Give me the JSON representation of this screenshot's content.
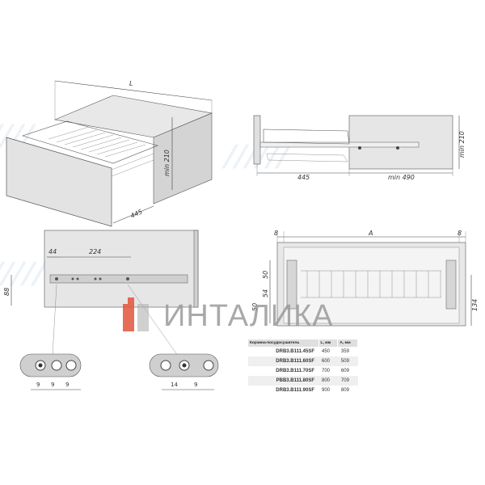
{
  "watermark": {
    "brand_text": "ИНТАЛИКА",
    "accent_color": "#e2533a",
    "text_color": "#9a9a9a"
  },
  "dimensions": {
    "iso_length": "L",
    "iso_min_height": "min 210",
    "iso_depth": "445",
    "side_depth": "445",
    "side_min_depth": "min 490",
    "side_min_height": "min 210",
    "mount_offset": "44",
    "mount_spacing": "224",
    "mount_height": "88",
    "front_width": "A",
    "front_gap_left": "8",
    "front_gap_right": "8",
    "front_h1": "50",
    "front_h2": "54",
    "front_h3": "50",
    "front_h4": "134",
    "detail_a": [
      "9",
      "9",
      "9"
    ],
    "detail_b": [
      "14",
      "9"
    ]
  },
  "table": {
    "headers": [
      "Корзина-посудосушитель",
      "L, мм",
      "A, мм"
    ],
    "rows": [
      {
        "code": "DRB3.B111.45SF",
        "l": "450",
        "a": "359"
      },
      {
        "code": "DRB3.B111.60SF",
        "l": "600",
        "a": "509"
      },
      {
        "code": "DRB3.B111.70SF",
        "l": "700",
        "a": "609"
      },
      {
        "code": "PBB3.B111.80SF",
        "l": "800",
        "a": "709"
      },
      {
        "code": "DRB3.B111.90SF",
        "l": "900",
        "a": "809"
      }
    ]
  }
}
